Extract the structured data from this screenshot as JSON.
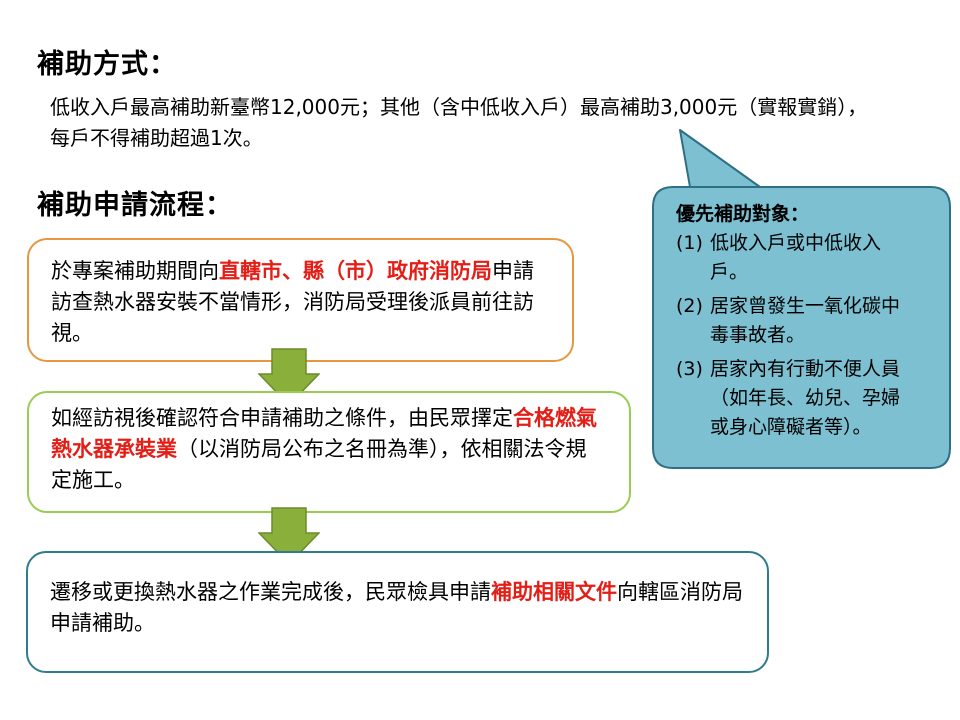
{
  "section1": {
    "heading": "補助方式：",
    "text": "低收入戶最高補助新臺幣12,000元；其他（含中低收入戶）最高補助3,000元（實報實銷），每戶不得補助超過1次。"
  },
  "section2": {
    "heading": "補助申請流程："
  },
  "steps": [
    {
      "pre": "於專案補助期間向",
      "highlight": "直轄市、縣（市）政府消防局",
      "post": "申請訪查熱水器安裝不當情形，消防局受理後派員前往訪視。"
    },
    {
      "pre": "如經訪視後確認符合申請補助之條件，由民眾擇定",
      "highlight": "合格燃氣熱水器承裝業",
      "post": "（以消防局公布之名冊為準），依相關法令規定施工。"
    },
    {
      "pre": "遷移或更換熱水器之作業完成後，民眾檢具申請",
      "highlight": "補助相關文件",
      "post": "向轄區消防局申請補助。"
    }
  ],
  "priority": {
    "title": "優先補助對象：",
    "items": [
      {
        "num": "(1)",
        "text": "低收入戶或中低收入戶。"
      },
      {
        "num": "(2)",
        "text": "居家曾發生一氧化碳中毒事故者。"
      },
      {
        "num": "(3)",
        "text": "居家內有行動不便人員（如年長、幼兒、孕婦或身心障礙者等）。"
      }
    ]
  },
  "colors": {
    "box1_border": "#E79642",
    "box2_border": "#9ACB54",
    "box3_border": "#2F7C8C",
    "arrow_fill": "#8AAF3B",
    "callout_fill": "#7CC0D2",
    "callout_border": "#2F6F86",
    "highlight_text": "#E31E17"
  }
}
